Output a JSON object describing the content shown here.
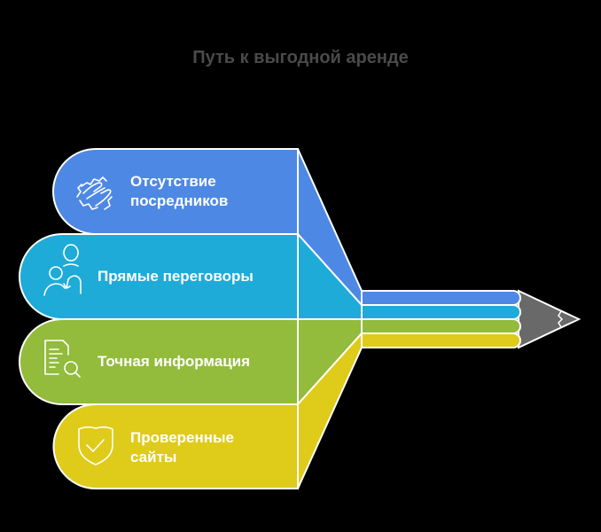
{
  "title": "Путь к выгодной аренде",
  "colors": {
    "blue": "#4e88e5",
    "cyan": "#1eabd8",
    "green": "#93bb3c",
    "yellow": "#dfcb19",
    "pencil_tip": "#696969",
    "title": "#4a4a4a"
  },
  "items": [
    {
      "label_line1": "Отсутствие",
      "label_line2": "посредников",
      "icon": "handshake-icon",
      "color": "#4e88e5"
    },
    {
      "label_line1": "Прямые переговоры",
      "label_line2": "",
      "icon": "people-talking-icon",
      "color": "#1eabd8"
    },
    {
      "label_line1": "Точная информация",
      "label_line2": "",
      "icon": "document-search-icon",
      "color": "#93bb3c"
    },
    {
      "label_line1": "Проверенные",
      "label_line2": "сайты",
      "icon": "shield-check-icon",
      "color": "#dfcb19"
    }
  ]
}
